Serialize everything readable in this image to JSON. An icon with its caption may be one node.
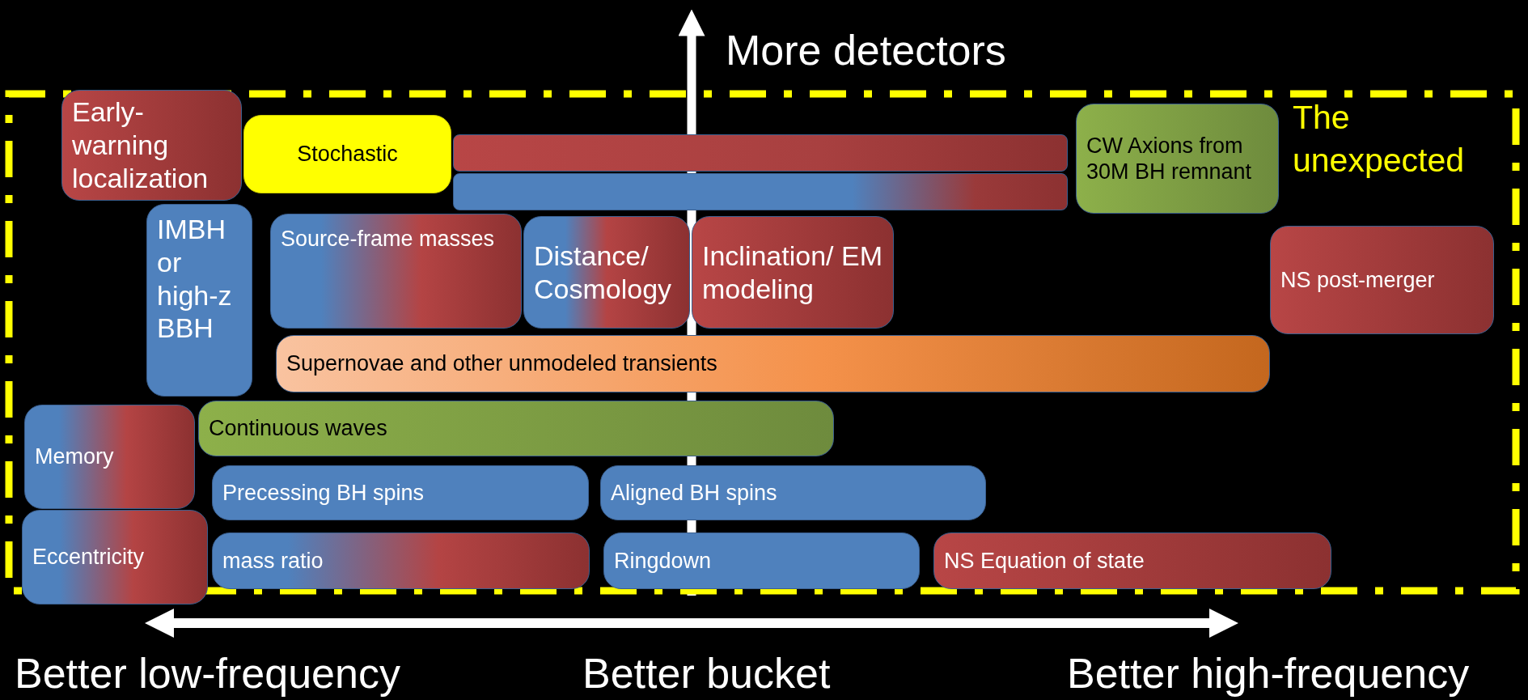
{
  "diagram": {
    "nodes": [
      {
        "text": [
          "The unexpected"
        ]
      },
      {
        "text": [
          "Early-warning localization"
        ],
        "in": 0
      },
      {
        "text": [
          "Stochastic"
        ],
        "in": 0
      },
      {
        "text": [
          "CW Axions from 30M BH remnant"
        ],
        "in": 0
      },
      {
        "text": [],
        "shape": "bar",
        "in": 0
      },
      {
        "text": [],
        "shape": "bar",
        "in": 0
      },
      {
        "text": [
          "IMBH or high-z BBH"
        ],
        "in": 0
      },
      {
        "text": [
          "Source-frame masses"
        ],
        "in": 0
      },
      {
        "text": [
          "Distance/ Cosmology"
        ],
        "in": 0
      },
      {
        "text": [
          "Inclination/ EM modeling"
        ],
        "in": 0
      },
      {
        "text": [
          "NS post-merger"
        ],
        "in": 0
      },
      {
        "text": [
          "Supernovae and other unmodeled transients"
        ],
        "in": 0
      },
      {
        "text": [
          "Memory"
        ],
        "in": 0
      },
      {
        "text": [
          "Continuous waves"
        ],
        "in": 0
      },
      {
        "text": [
          "Precessing BH spins"
        ],
        "in": 0
      },
      {
        "text": [
          "Aligned BH spins"
        ],
        "in": 0
      },
      {
        "text": [
          "Eccentricity"
        ],
        "in": 0
      },
      {
        "text": [
          "mass ratio"
        ],
        "in": 0
      },
      {
        "text": [
          "Ringdown"
        ],
        "in": 0
      },
      {
        "text": [
          "NS Equation of state"
        ],
        "in": 0
      }
    ],
    "edges": [],
    "labels": [
      "More detectors",
      "Better low-frequency",
      "Better bucket",
      "Better high-frequency"
    ]
  }
}
